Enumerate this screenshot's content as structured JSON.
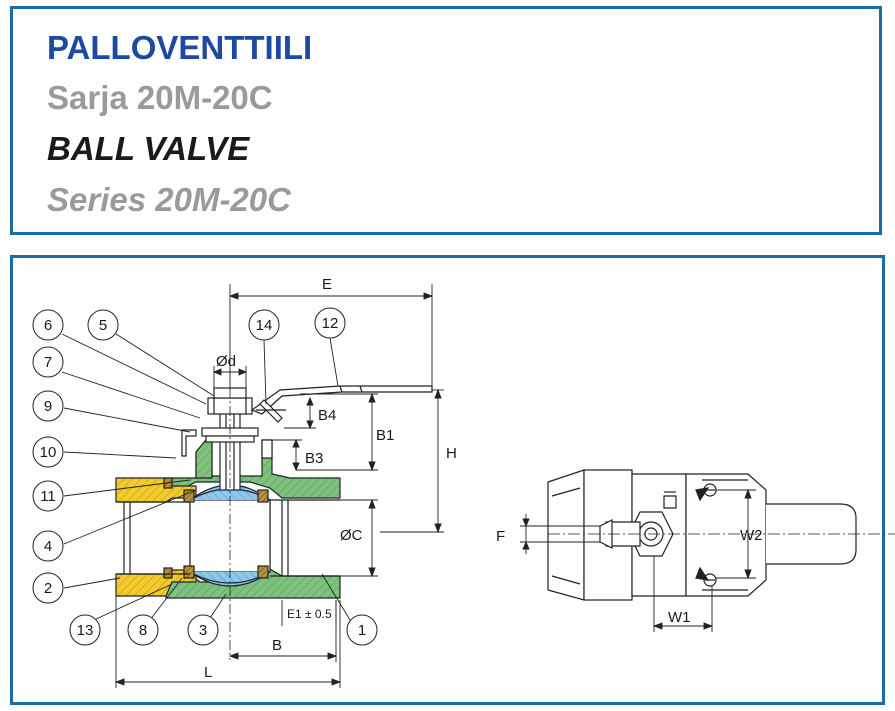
{
  "header": {
    "title_fi": "PALLOVENTTIILI",
    "series_fi": "Sarja 20M-20C",
    "title_en": "BALL VALVE",
    "series_en": "Series 20M-20C"
  },
  "dimensions": {
    "E": "E",
    "d": "Ød",
    "B4": "B4",
    "B1": "B1",
    "B3": "B3",
    "H": "H",
    "C": "ØC",
    "E1": "E1 ± 0.5",
    "B": "B",
    "L": "L",
    "F": "F",
    "W2": "W2",
    "W1": "W1"
  },
  "callouts": [
    "6",
    "5",
    "14",
    "12",
    "7",
    "9",
    "10",
    "11",
    "4",
    "2",
    "13",
    "8",
    "3",
    "1"
  ],
  "colors": {
    "frame": "#1c6ba5",
    "title_blue": "#1b4aa0",
    "subtitle_gray": "#9a9a9a",
    "body_green": "#7fc27f",
    "end_cap_yellow": "#f2cc2c",
    "ball_blue": "#8cc8ee",
    "seat_brown": "#8a6a2a"
  }
}
